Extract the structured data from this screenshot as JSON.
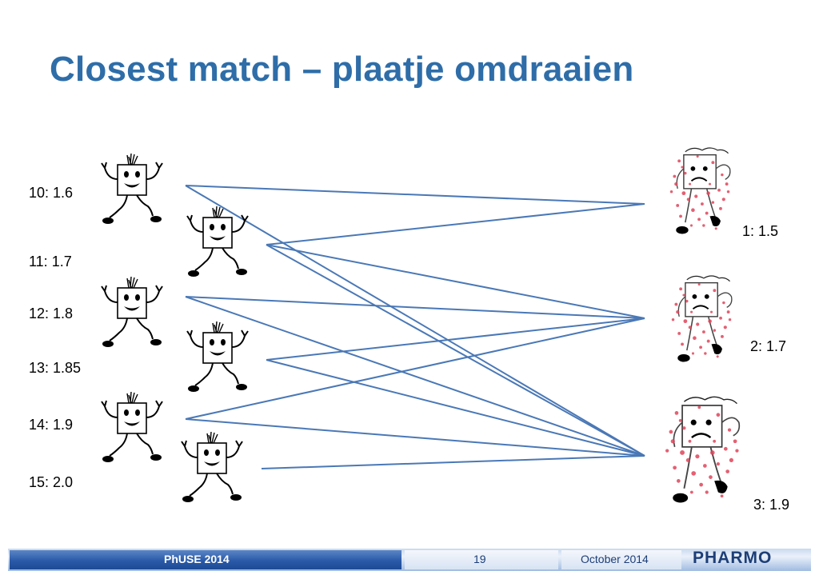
{
  "slide": {
    "title": "Closest match – plaatje omdraaien"
  },
  "left_labels": [
    "10: 1.6",
    "11: 1.7",
    "12: 1.8",
    "13: 1.85",
    "14: 1.9",
    "15: 2.0"
  ],
  "right_labels": [
    "1: 1.5",
    "2: 1.7",
    "3: 1.9"
  ],
  "footer": {
    "event": "PhUSE 2014",
    "page_number": "19",
    "date": "October 2014",
    "brand": "PHARMO"
  },
  "colors": {
    "title": "#2e6da8",
    "lines": "#4a78b6",
    "footer_blue": "#2a5aa8",
    "speckle": "#e0455a"
  },
  "icons": {
    "happy_figure": "happy-stick-figure-icon",
    "sad_figure": "sad-speckled-figure-icon"
  }
}
